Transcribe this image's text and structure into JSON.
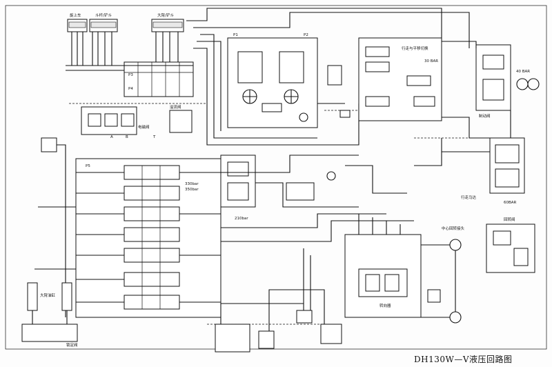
{
  "caption": "DH130W—V液压回路图",
  "labels": {
    "swing_top": "旋上车",
    "stick_bucket": "斗杆/铲斗",
    "boom_bucket": "大臂/铲斗",
    "solenoid_valve": "电磁阀",
    "relief_group": "溢流阀",
    "travel_switch": "行走与平移切换",
    "brake_valve": "制动阀",
    "travel_motor": "行走马达",
    "swing_valve": "回转阀",
    "center_joint": "中心回转接头",
    "boom_cyl": "大臂油缸",
    "lock_valve": "锁定阀",
    "steering": "转向器",
    "p1": "P1",
    "p2": "P2",
    "p3": "P3",
    "p4": "P4",
    "p5": "P5",
    "t": "T",
    "a": "A",
    "b": "B",
    "bar30": "30 BAR",
    "bar40": "40 BAR",
    "bar60": "60BAR",
    "bar350": "350bar",
    "bar330": "330bar",
    "bar210": "210bar"
  }
}
